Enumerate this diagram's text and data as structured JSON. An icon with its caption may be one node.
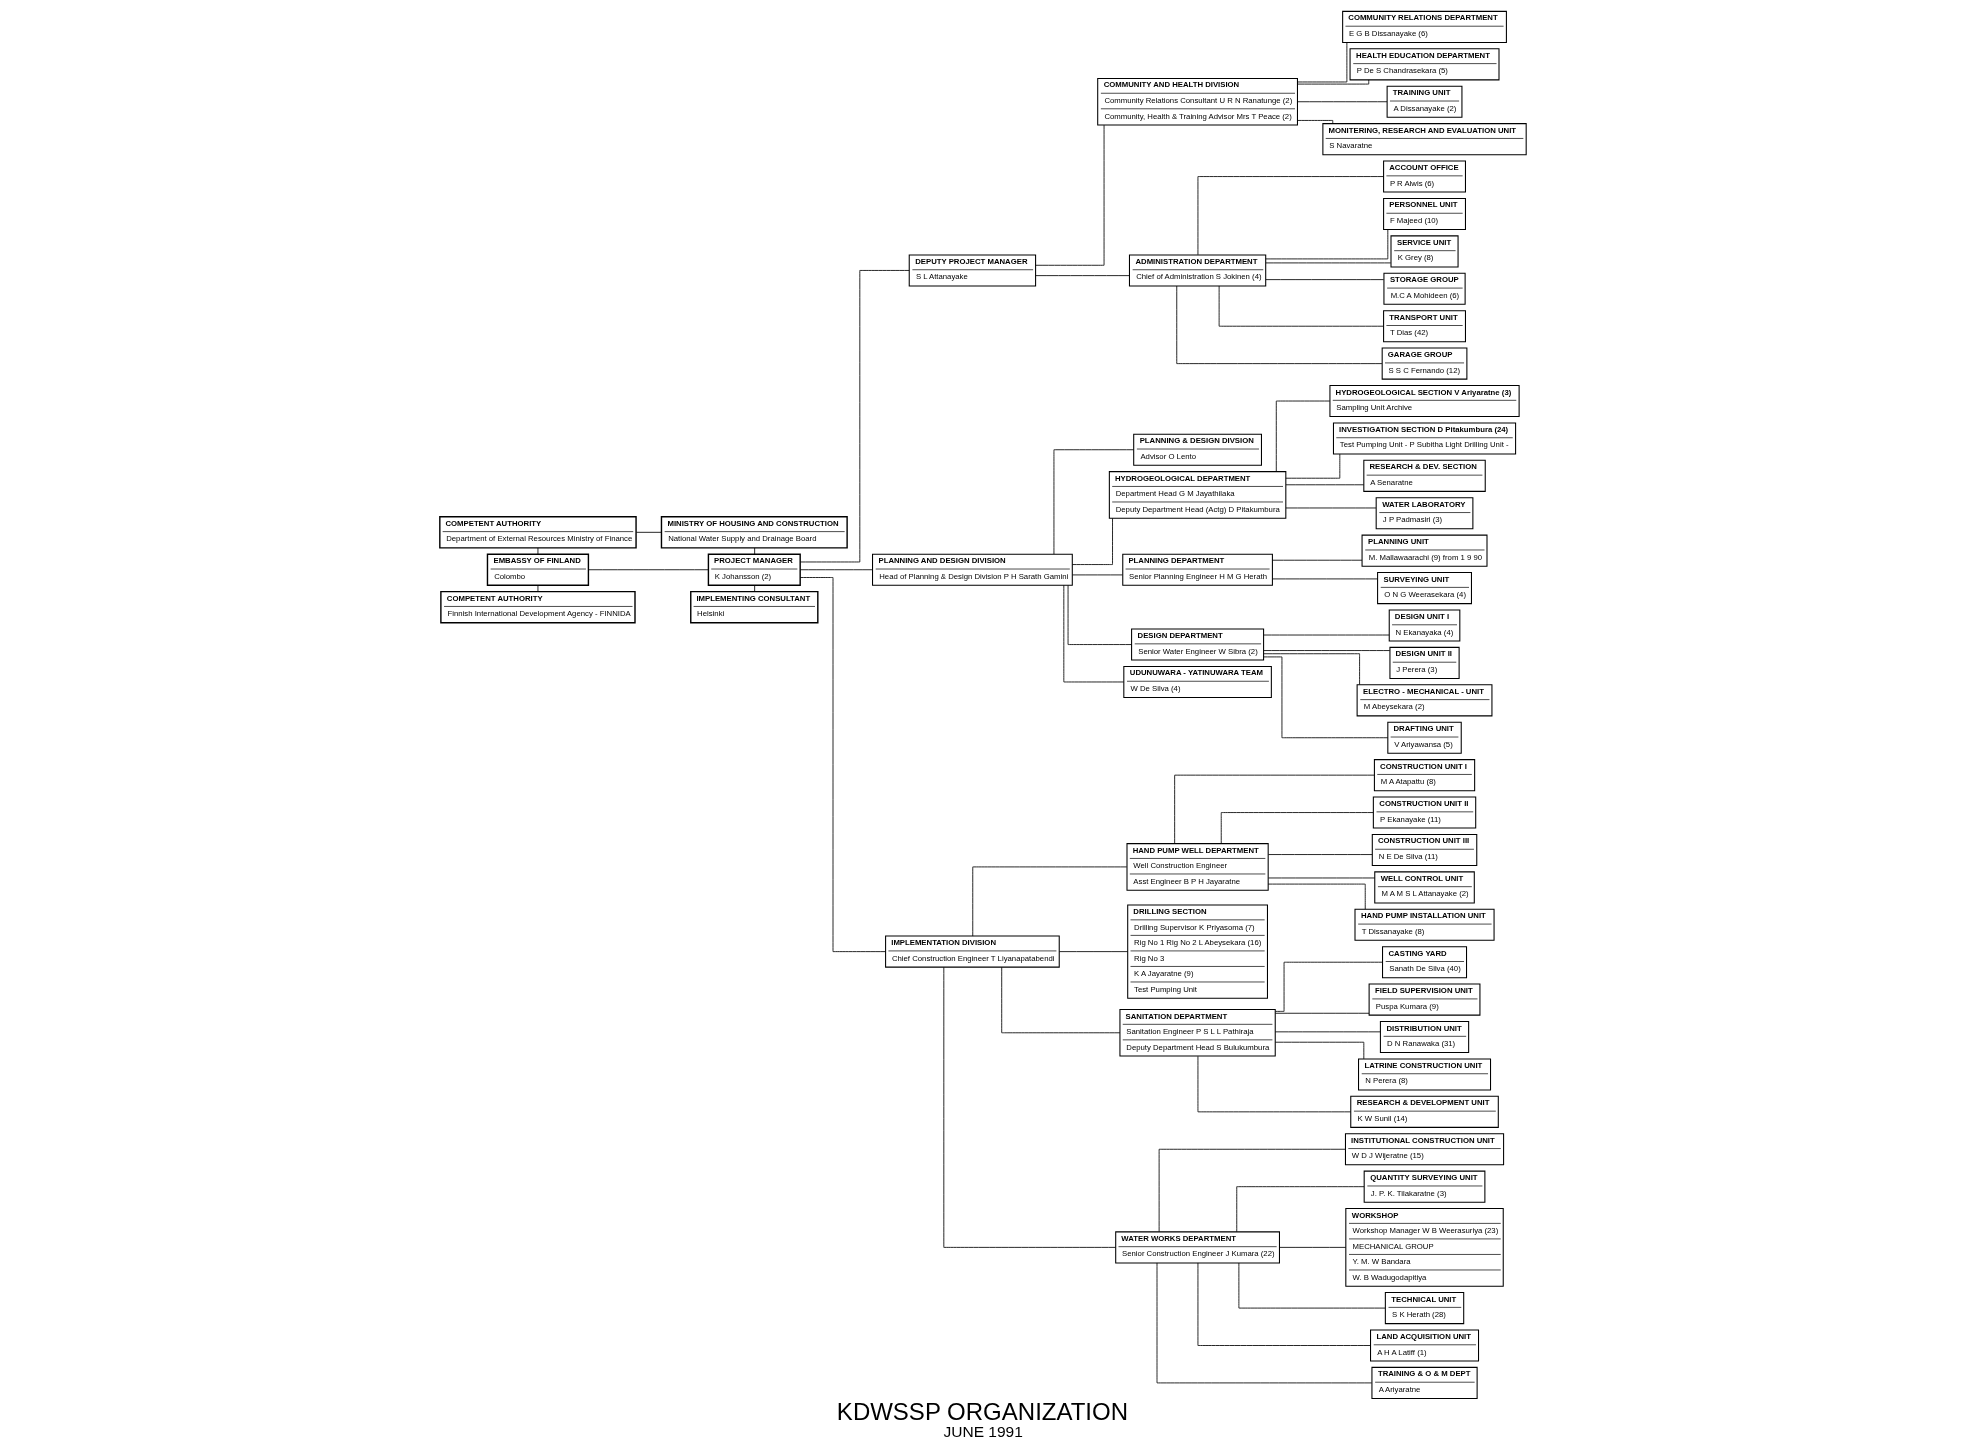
{
  "diagram": {
    "title": "KDWSSP ORGANIZATION",
    "caption": "JUNE 1991",
    "nodes": [
      {
        "text": [
          "COMPETENT AUTHORITY",
          "Department of External Resources Ministry of Finance"
        ]
      },
      {
        "text": [
          "EMBASSY OF FINLAND",
          "Colombo"
        ]
      },
      {
        "text": [
          "COMPETENT AUTHORITY",
          "Finnish International Development Agency - FINNIDA"
        ]
      },
      {
        "text": [
          "MINISTRY OF HOUSING AND CONSTRUCTION",
          "National Water Supply and Drainage Board"
        ]
      },
      {
        "text": [
          "PROJECT MANAGER",
          "K Johansson (2)"
        ]
      },
      {
        "text": [
          "IMPLEMENTING CONSULTANT",
          "Helsinki"
        ]
      },
      {
        "text": [
          "DEPUTY PROJECT MANAGER",
          "S L Attanayake"
        ]
      },
      {
        "text": [
          "PLANNING AND DESIGN DIVISION",
          "Head of Planning & Design Division P H Sarath Gamini"
        ]
      },
      {
        "text": [
          "PLANNING & DESIGN DIVSION",
          "Advisor O Lento"
        ]
      },
      {
        "text": [
          "IMPLEMENTATION DIVISION",
          "Chief Construction Engineer T Liyanapatabendi"
        ]
      },
      {
        "text": [
          "COMMUNITY AND HEALTH DIVISION",
          "Community Relations Consultant U R N Ranatunge (2)",
          "Community, Health & Training Advisor Mrs T Peace (2)"
        ]
      },
      {
        "text": [
          "ADMINISTRATION DEPARTMENT",
          "Chief of Administration S Jokinen (4)"
        ]
      },
      {
        "text": [
          "HYDROGEOLOGICAL DEPARTMENT",
          "Department Head G M Jayathilaka",
          "Deputy Department Head (Actg) D Pitakumbura"
        ]
      },
      {
        "text": [
          "HYDROGEOLOGICAL SECTION V Ariyaratne (3)",
          "Sampling Unit Archive"
        ]
      },
      {
        "text": [
          "INVESTIGATION SECTION D Pitakumbura (24)",
          "Test Pumping Unit - P Subitha Light Drilling Unit -"
        ]
      },
      {
        "text": [
          "RESEARCH & DEV. SECTION",
          "A Senaratne"
        ]
      },
      {
        "text": [
          "WATER LABORATORY",
          "J P Padmasiri (3)"
        ]
      },
      {
        "text": [
          "PLANNING DEPARTMENT",
          "Senior Planning Engineer H M G Herath"
        ]
      },
      {
        "text": [
          "PLANNING UNIT",
          "M. Mallawaarachi (9) from 1 9 90"
        ]
      },
      {
        "text": [
          "SURVEYING UNIT",
          "O N G Weerasekara (4)"
        ]
      },
      {
        "text": [
          "DESIGN DEPARTMENT",
          "Senior Water Engineer W Sibra (2)"
        ]
      },
      {
        "text": [
          "DESIGN UNIT I",
          "N Ekanayaka (4)"
        ]
      },
      {
        "text": [
          "DESIGN UNIT II",
          "J Perera (3)"
        ]
      },
      {
        "text": [
          "ELECTRO - MECHANICAL - UNIT",
          "M Abeysekara (2)"
        ]
      },
      {
        "text": [
          "DRAFTING UNIT",
          "V Ariyawansa (5)"
        ]
      },
      {
        "text": [
          "UDUNUWARA - YATINUWARA TEAM",
          "W De Silva (4)"
        ]
      },
      {
        "text": [
          "HAND PUMP WELL DEPARTMENT",
          "Well Construction Engineer",
          "Asst Engineer B P H Jayaratne"
        ]
      },
      {
        "text": [
          "CONSTRUCTION UNIT I",
          "M A Atapattu (8)"
        ]
      },
      {
        "text": [
          "CONSTRUCTION UNIT II",
          "P Ekanayake (11)"
        ]
      },
      {
        "text": [
          "CONSTRUCTION UNIT III",
          "N E De Silva (11)"
        ]
      },
      {
        "text": [
          "WELL CONTROL UNIT",
          "M A M S L Attanayake (2)"
        ]
      },
      {
        "text": [
          "HAND PUMP INSTALLATION UNIT",
          "T Dissanayake (8)"
        ]
      },
      {
        "text": [
          "DRILLING SECTION",
          "Drilling Supervisor K Priyasoma (7)",
          "Rig No 1 Rig No 2 L Abeysekara (16)",
          "Rig No 3",
          "K A Jayaratne (9)",
          "Test Pumping Unit"
        ]
      },
      {
        "text": [
          "SANITATION DEPARTMENT",
          "Sanitation Engineer P S L L Pathiraja",
          "Deputy Department Head S Bulukumbura"
        ]
      },
      {
        "text": [
          "CASTING YARD",
          "Sanath De Silva (40)"
        ]
      },
      {
        "text": [
          "FIELD SUPERVISION UNIT",
          "Puspa Kumara (9)"
        ]
      },
      {
        "text": [
          "DISTRIBUTION UNIT",
          "D N Ranawaka (31)"
        ]
      },
      {
        "text": [
          "LATRINE CONSTRUCTION UNIT",
          "N Perera (8)"
        ]
      },
      {
        "text": [
          "RESEARCH & DEVELOPMENT UNIT",
          "K W Sunil (14)"
        ]
      },
      {
        "text": [
          "WATER WORKS DEPARTMENT",
          "Senior Construction Engineer J Kumara (22)"
        ]
      },
      {
        "text": [
          "INSTITUTIONAL CONSTRUCTION UNIT",
          "W D J Wijeratne (15)"
        ]
      },
      {
        "text": [
          "QUANTITY SURVEYING UNIT",
          "J. P. K. Tilakaratne (3)"
        ]
      },
      {
        "text": [
          "WORKSHOP",
          "Workshop Manager W B Weerasuriya (23)",
          "MECHANICAL GROUP",
          "Y. M. W Bandara",
          "W. B Wadugodapitiya"
        ]
      },
      {
        "text": [
          "TECHNICAL UNIT",
          "S K Herath (28)"
        ]
      },
      {
        "text": [
          "LAND ACQUISITION UNIT",
          "A H A Latiff (1)"
        ]
      },
      {
        "text": [
          "TRAINING & O & M DEPT",
          "A Ariyaratne"
        ]
      },
      {
        "text": [
          "COMMUNITY RELATIONS DEPARTMENT",
          "E G B Dissanayake (6)"
        ]
      },
      {
        "text": [
          "HEALTH EDUCATION DEPARTMENT",
          "P De S Chandrasekara (5)"
        ]
      },
      {
        "text": [
          "TRAINING UNIT",
          "A Dissanayake (2)"
        ]
      },
      {
        "text": [
          "MONITERING, RESEARCH AND EVALUATION UNIT",
          "S Navaratne"
        ]
      },
      {
        "text": [
          "ACCOUNT OFFICE",
          "P R Alwis (6)"
        ]
      },
      {
        "text": [
          "PERSONNEL UNIT",
          "F Majeed (10)"
        ]
      },
      {
        "text": [
          "SERVICE UNIT",
          "K Grey (8)"
        ]
      },
      {
        "text": [
          "STORAGE GROUP",
          "M.C A Mohideen (6)"
        ]
      },
      {
        "text": [
          "TRANSPORT UNIT",
          "T Dias (42)"
        ]
      },
      {
        "text": [
          "GARAGE GROUP",
          "S S C Fernando (12)"
        ]
      }
    ],
    "edges": [
      {
        "from": 0,
        "to": 1,
        "arrow": "none"
      },
      {
        "from": 0,
        "to": 3,
        "arrow": "none"
      },
      {
        "from": 1,
        "to": 2,
        "arrow": "none"
      },
      {
        "from": 1,
        "to": 4,
        "arrow": "none"
      },
      {
        "from": 3,
        "to": 4,
        "arrow": "none"
      },
      {
        "from": 4,
        "to": 5,
        "arrow": "none"
      },
      {
        "from": 4,
        "to": 6,
        "arrow": "none"
      },
      {
        "from": 4,
        "to": 7,
        "arrow": "none"
      },
      {
        "from": 4,
        "to": 9,
        "arrow": "none"
      },
      {
        "from": 6,
        "to": 10,
        "arrow": "none"
      },
      {
        "from": 6,
        "to": 11,
        "arrow": "none"
      },
      {
        "from": 7,
        "to": 8,
        "arrow": "none"
      },
      {
        "from": 7,
        "to": 12,
        "arrow": "none"
      },
      {
        "from": 7,
        "to": 17,
        "arrow": "none"
      },
      {
        "from": 7,
        "to": 20,
        "arrow": "none"
      },
      {
        "from": 7,
        "to": 25,
        "arrow": "none"
      },
      {
        "from": 12,
        "to": 13,
        "arrow": "none"
      },
      {
        "from": 12,
        "to": 14,
        "arrow": "none"
      },
      {
        "from": 12,
        "to": 15,
        "arrow": "none"
      },
      {
        "from": 12,
        "to": 16,
        "arrow": "none"
      },
      {
        "from": 17,
        "to": 18,
        "arrow": "none"
      },
      {
        "from": 17,
        "to": 19,
        "arrow": "none"
      },
      {
        "from": 20,
        "to": 21,
        "arrow": "none"
      },
      {
        "from": 20,
        "to": 22,
        "arrow": "none"
      },
      {
        "from": 20,
        "to": 23,
        "arrow": "none"
      },
      {
        "from": 20,
        "to": 24,
        "arrow": "none"
      },
      {
        "from": 9,
        "to": 26,
        "arrow": "none"
      },
      {
        "from": 9,
        "to": 32,
        "arrow": "none"
      },
      {
        "from": 9,
        "to": 33,
        "arrow": "none"
      },
      {
        "from": 9,
        "to": 39,
        "arrow": "none"
      },
      {
        "from": 26,
        "to": 27,
        "arrow": "none"
      },
      {
        "from": 26,
        "to": 28,
        "arrow": "none"
      },
      {
        "from": 26,
        "to": 29,
        "arrow": "none"
      },
      {
        "from": 26,
        "to": 30,
        "arrow": "none"
      },
      {
        "from": 26,
        "to": 31,
        "arrow": "none"
      },
      {
        "from": 33,
        "to": 34,
        "arrow": "none"
      },
      {
        "from": 33,
        "to": 35,
        "arrow": "none"
      },
      {
        "from": 33,
        "to": 36,
        "arrow": "none"
      },
      {
        "from": 33,
        "to": 37,
        "arrow": "none"
      },
      {
        "from": 33,
        "to": 38,
        "arrow": "none"
      },
      {
        "from": 39,
        "to": 40,
        "arrow": "none"
      },
      {
        "from": 39,
        "to": 41,
        "arrow": "none"
      },
      {
        "from": 39,
        "to": 42,
        "arrow": "none"
      },
      {
        "from": 39,
        "to": 43,
        "arrow": "none"
      },
      {
        "from": 39,
        "to": 44,
        "arrow": "none"
      },
      {
        "from": 39,
        "to": 45,
        "arrow": "none"
      },
      {
        "from": 10,
        "to": 46,
        "arrow": "none"
      },
      {
        "from": 10,
        "to": 47,
        "arrow": "none"
      },
      {
        "from": 10,
        "to": 48,
        "arrow": "none"
      },
      {
        "from": 10,
        "to": 49,
        "arrow": "none"
      },
      {
        "from": 11,
        "to": 50,
        "arrow": "none"
      },
      {
        "from": 11,
        "to": 51,
        "arrow": "none"
      },
      {
        "from": 11,
        "to": 52,
        "arrow": "none"
      },
      {
        "from": 11,
        "to": 53,
        "arrow": "none"
      },
      {
        "from": 11,
        "to": 54,
        "arrow": "none"
      },
      {
        "from": 11,
        "to": 55,
        "arrow": "none"
      }
    ]
  }
}
